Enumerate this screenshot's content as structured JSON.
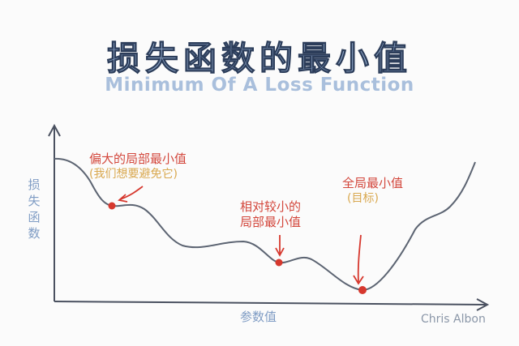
{
  "title_cn": "损失函数的最小值",
  "title_en": "Minimum Of A Loss Function",
  "y_axis_label": "损失函数",
  "x_axis_label": "参数值",
  "signature": "Chris Albon",
  "annotations": {
    "big_local_min": {
      "label": "偏大的局部最小值",
      "note": "(我们想要避免它)"
    },
    "small_local_min": {
      "line1": "相对较小的",
      "line2": "局部最小值"
    },
    "global_min": {
      "label": "全局最小值",
      "note": "(目标)"
    }
  },
  "colors": {
    "curve": "#5c6472",
    "axis": "#4a5160",
    "point": "#d6382e",
    "label": "#d3473c",
    "note": "#d9a84f",
    "axis_text": "#7f9cc4"
  }
}
